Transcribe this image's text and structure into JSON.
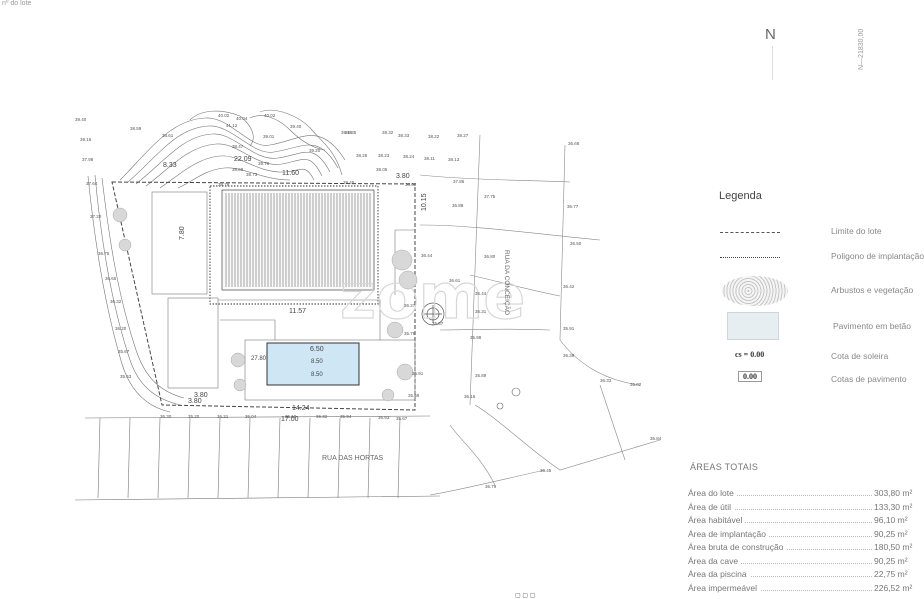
{
  "north_label": "N",
  "sheet_reference": "N—21830,00",
  "corner_note": "nº do lote",
  "watermark": "zome",
  "street_labels": {
    "south": "RUA DAS HORTAS",
    "east": "RUA DA CONCEIÇÃO"
  },
  "plan_dimensions": [
    "7.80",
    "11.57",
    "6.50",
    "14.24",
    "17.00",
    "3.80",
    "3.80",
    "8.33",
    "22.09",
    "11.60",
    "3.80",
    "10.15"
  ],
  "pool_labels": [
    "8.50",
    "8.50",
    "27.80"
  ],
  "elevation_points": [
    "39.40",
    "39.16",
    "37.98",
    "37.64",
    "37.20",
    "36.75",
    "36.65",
    "36.32",
    "36.20",
    "35.67",
    "35.63",
    "38.59",
    "38.61",
    "40.02",
    "40.04",
    "40.02",
    "41.12",
    "39.40",
    "38.47",
    "39.01",
    "39.70",
    "38.69",
    "39.20",
    "38.79",
    "38.73",
    "39.45",
    "39.16",
    "38.62",
    "38.35",
    "38.32",
    "38.33",
    "38.22",
    "38.27",
    "38.25",
    "38.24",
    "38.23",
    "38.13",
    "38.05",
    "38.11",
    "37.86",
    "37.75",
    "36.88",
    "36.80",
    "36.61",
    "36.44",
    "36.31",
    "35.98",
    "35.89",
    "36.16",
    "36.68",
    "36.77",
    "36.50",
    "36.42",
    "35.91",
    "36.39",
    "36.33",
    "36.02",
    "36.84",
    "36.45",
    "36.79",
    "36.44",
    "36.27",
    "35.87",
    "35.78",
    "35.91",
    "35.69",
    "35.93",
    "35.67",
    "35.94",
    "36.32",
    "35.10",
    "36.04",
    "36.21",
    "35.20",
    "36.30"
  ],
  "legend": {
    "title": "Legenda",
    "items": [
      {
        "label": "Limite do lote",
        "symbol": "dashed-line"
      },
      {
        "label": "Poligono de implantação",
        "symbol": "dotted-line"
      },
      {
        "label": "Arbustos e vegetação",
        "symbol": "shrub-hatch"
      },
      {
        "label": "Pavimento em betão",
        "symbol": "pavement-fill"
      },
      {
        "label": "Cota de soleira",
        "symbol": "cs-text",
        "sample": "cs = 0.00"
      },
      {
        "label": "Cotas de pavimento",
        "symbol": "boxed-text",
        "sample": "0.00"
      }
    ]
  },
  "areas": {
    "title": "ÁREAS TOTAIS",
    "rows": [
      {
        "name": "Área do lote",
        "value": "303,80 m²"
      },
      {
        "name": "Área de útil",
        "value": "133,30 m²"
      },
      {
        "name": "Área habitável",
        "value": "96,10 m²"
      },
      {
        "name": "Área de implantação",
        "value": "90,25 m²"
      },
      {
        "name": "Área bruta de construção",
        "value": "180,50 m²"
      },
      {
        "name": "Área da cave",
        "value": "90,25 m²"
      },
      {
        "name": "Área da piscina",
        "value": "22,75 m²"
      },
      {
        "name": "Área impermeável",
        "value": "226,52 m²"
      }
    ]
  },
  "colors": {
    "line": "#555555",
    "pool": "#cfe6f5",
    "pavement": "#e6eef2",
    "watermark": "#d7d7d7"
  }
}
